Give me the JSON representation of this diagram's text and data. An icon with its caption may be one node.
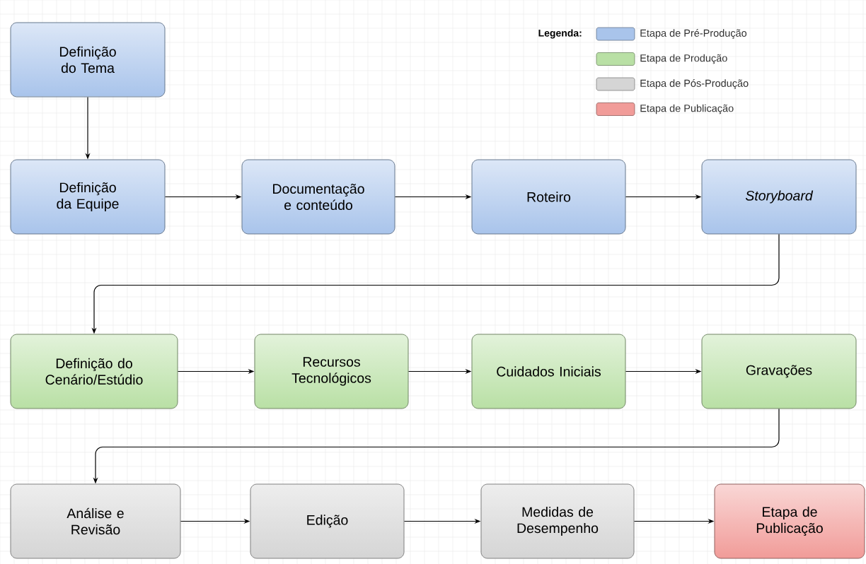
{
  "diagram": {
    "nodes": [
      {
        "text": [
          "Definição do Tema"
        ]
      },
      {
        "text": [
          "Definição da Equipe"
        ]
      },
      {
        "text": [
          "Documentação e conteúdo"
        ]
      },
      {
        "text": [
          "Roteiro"
        ]
      },
      {
        "text": [
          "Storyboard"
        ]
      },
      {
        "text": [
          "Definição do Cenário/Estúdio"
        ]
      },
      {
        "text": [
          "Recursos Tecnológicos"
        ]
      },
      {
        "text": [
          "Cuidados Iniciais"
        ]
      },
      {
        "text": [
          "Gravações"
        ]
      },
      {
        "text": [
          "Análise e Revisão"
        ]
      },
      {
        "text": [
          "Edição"
        ]
      },
      {
        "text": [
          "Medidas de Desempenho"
        ]
      },
      {
        "text": [
          "Etapa de Publicação"
        ]
      }
    ],
    "edges": [
      {
        "from": 0,
        "to": 1,
        "arrow": "to"
      },
      {
        "from": 1,
        "to": 2,
        "arrow": "to"
      },
      {
        "from": 2,
        "to": 3,
        "arrow": "to"
      },
      {
        "from": 3,
        "to": 4,
        "arrow": "to"
      },
      {
        "from": 4,
        "to": 5,
        "arrow": "to"
      },
      {
        "from": 5,
        "to": 6,
        "arrow": "to"
      },
      {
        "from": 6,
        "to": 7,
        "arrow": "to"
      },
      {
        "from": 7,
        "to": 8,
        "arrow": "to"
      },
      {
        "from": 8,
        "to": 9,
        "arrow": "to"
      },
      {
        "from": 9,
        "to": 10,
        "arrow": "to"
      },
      {
        "from": 10,
        "to": 11,
        "arrow": "to"
      },
      {
        "from": 11,
        "to": 12,
        "arrow": "to"
      }
    ],
    "labels": [
      "Legenda:"
    ],
    "legend": [
      {
        "text": "Etapa de Pré-Produção",
        "color": "#a9c4eb"
      },
      {
        "text": "Etapa de Produção",
        "color": "#b9e0a5"
      },
      {
        "text": "Etapa de Pós-Produção",
        "color": "#d5d5d5"
      },
      {
        "text": "Etapa de Publicação",
        "color": "#f19c99"
      }
    ]
  }
}
